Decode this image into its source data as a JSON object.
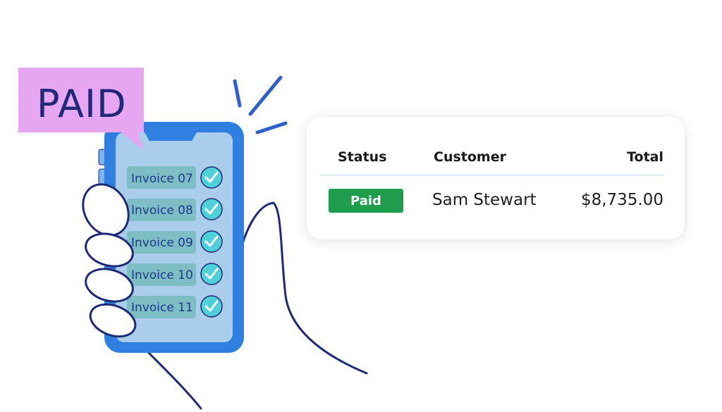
{
  "bubble": {
    "text": "PAID"
  },
  "phone": {
    "invoices": [
      {
        "label": "Invoice 07",
        "checked": true
      },
      {
        "label": "Invoice 08",
        "checked": true
      },
      {
        "label": "Invoice 09",
        "checked": true
      },
      {
        "label": "Invoice 10",
        "checked": true
      },
      {
        "label": "Invoice 11",
        "checked": true
      }
    ]
  },
  "table": {
    "headers": {
      "status": "Status",
      "customer": "Customer",
      "total": "Total"
    },
    "rows": [
      {
        "status": "Paid",
        "customer": "Sam Stewart",
        "total": "$8,735.00"
      }
    ]
  },
  "colors": {
    "phone_body": "#2f7fe0",
    "phone_screen": "#a9cdea",
    "bubble": "#e7a6f2",
    "check": "#4dd0d8",
    "paid_badge": "#1f9d4c",
    "ink": "#1e2a78"
  }
}
